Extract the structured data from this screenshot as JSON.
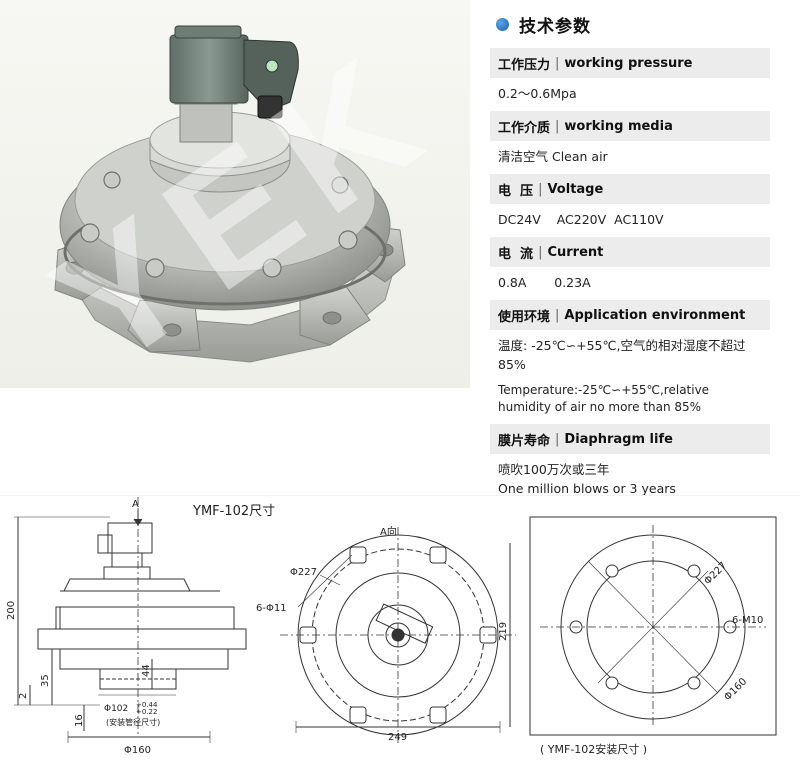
{
  "specs": {
    "heading": "技术参数",
    "rows": [
      {
        "label_cn": "工作压力",
        "label_en": "working pressure",
        "value": "0.2～0.6Mpa"
      },
      {
        "label_cn": "工作介质",
        "label_en": "working media",
        "value": "清洁空气 Clean air"
      },
      {
        "label_cn": "电  压",
        "label_en": "Voltage",
        "value": "DC24V    AC220V  AC110V"
      },
      {
        "label_cn": "电  流",
        "label_en": "Current",
        "value": "0.8A       0.23A"
      },
      {
        "label_cn": "使用环境",
        "label_en": "Application environment",
        "value": "温度: -25℃∽+55℃,空气的相对湿度不超过85%",
        "value_en": "Temperature:-25℃∽+55℃,relative humidity of air no more than 85%"
      },
      {
        "label_cn": "膜片寿命",
        "label_en": "Diaphragm life",
        "value": "喷吹100万次或三年",
        "value_en": "One million blows or 3 years"
      }
    ]
  },
  "watermark": "YEK",
  "drawings": {
    "side": {
      "title": "YMF-102尺寸",
      "arrow_label": "A",
      "dim_height": "200",
      "dim_35": "35",
      "dim_2": "2",
      "dim_44": "44",
      "dim_16": "16",
      "pipe_dim": "Φ102",
      "pipe_tol_upper": "+0.44",
      "pipe_tol_lower": "+0.22",
      "pipe_note": "(安装管径尺寸)",
      "dim_base": "Φ160"
    },
    "top": {
      "title": "A向",
      "dim_circle": "Φ227",
      "dim_holes": "6-Φ11",
      "dim_height": "219",
      "dim_width": "249"
    },
    "mount": {
      "dim_circle": "Φ227",
      "dim_thread": "6-M10",
      "dim_inner": "Φ160",
      "caption": "( YMF-102安装尺寸 )"
    }
  }
}
